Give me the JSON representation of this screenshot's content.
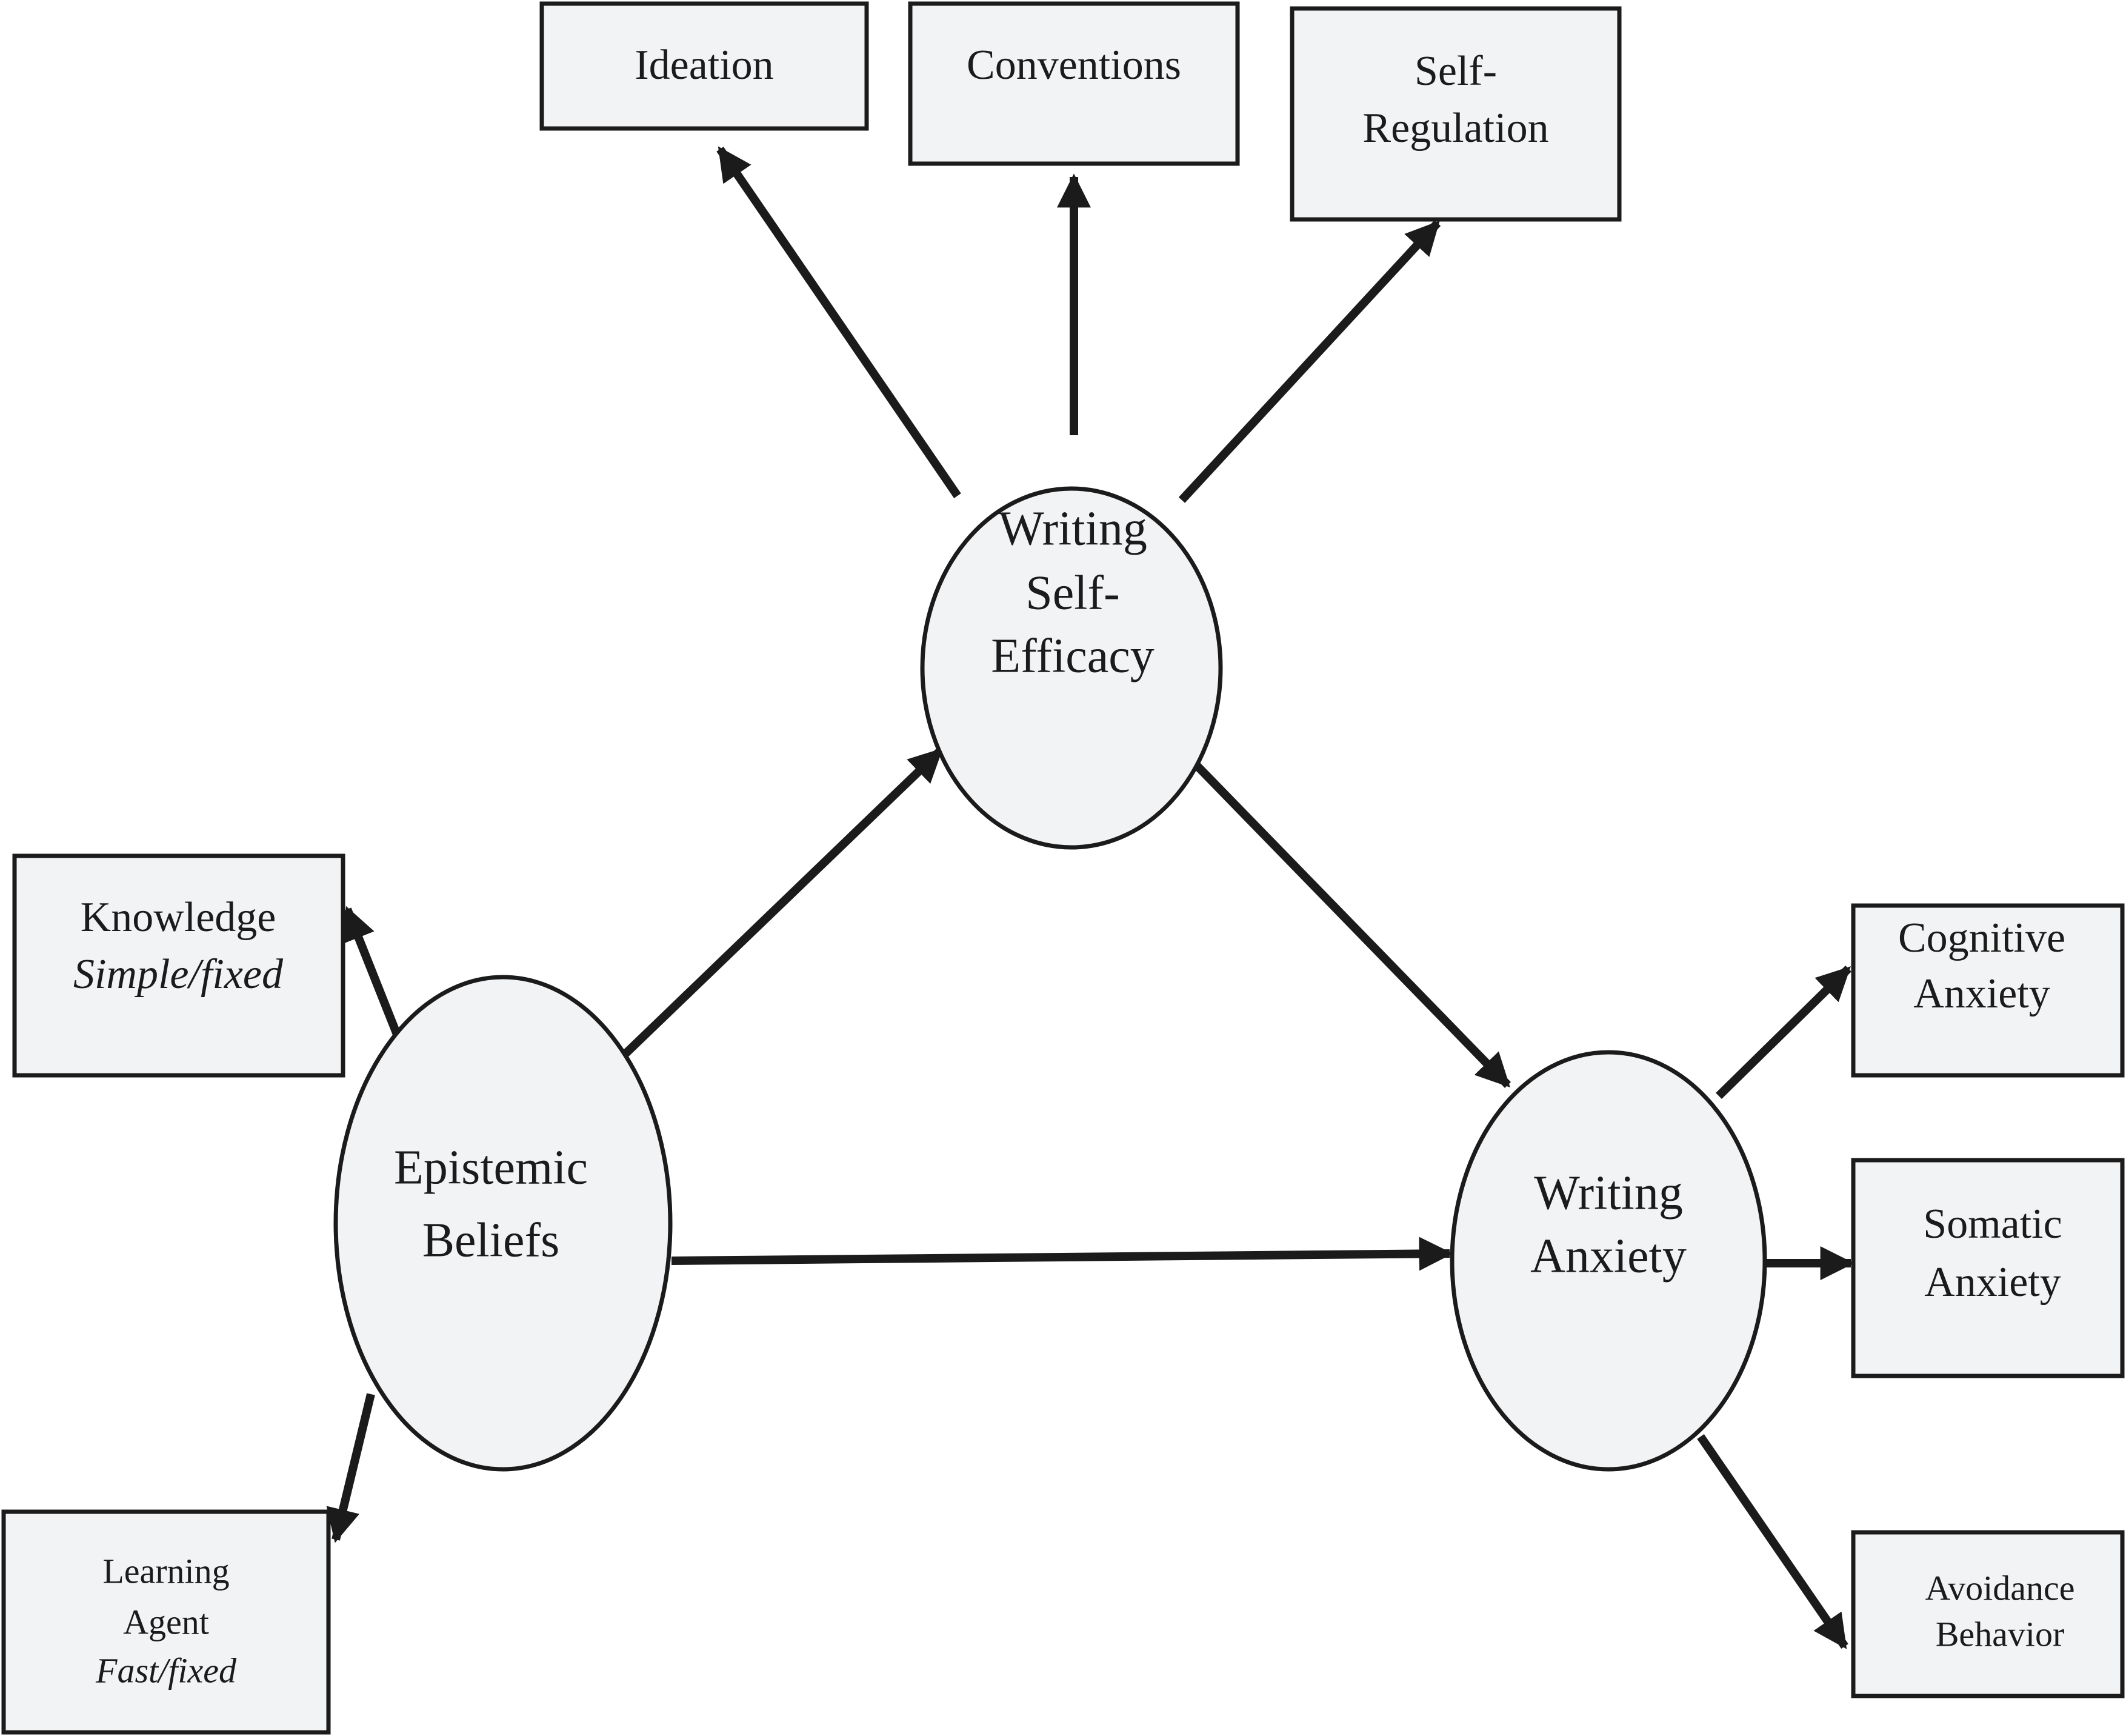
{
  "nodes": {
    "epistemic_beliefs": {
      "lines": [
        "Epistemic",
        "Beliefs"
      ]
    },
    "writing_self_efficacy": {
      "lines": [
        "Writing",
        "Self-",
        "Efficacy"
      ]
    },
    "writing_anxiety": {
      "lines": [
        "Writing",
        "Anxiety"
      ]
    },
    "ideation": {
      "lines": [
        "Ideation"
      ]
    },
    "conventions": {
      "lines": [
        "Conventions"
      ]
    },
    "self_regulation": {
      "lines": [
        "Self-",
        "Regulation"
      ]
    },
    "knowledge": {
      "lines": [
        "Knowledge"
      ],
      "sub": "Simple/fixed"
    },
    "learning_agent": {
      "lines": [
        "Learning",
        "Agent"
      ],
      "sub": "Fast/fixed"
    },
    "cognitive_anxiety": {
      "lines": [
        "Cognitive",
        "Anxiety"
      ]
    },
    "somatic_anxiety": {
      "lines": [
        "Somatic",
        "Anxiety"
      ]
    },
    "avoidance_behavior": {
      "lines": [
        "Avoidance",
        "Behavior"
      ]
    }
  },
  "edges": [
    {
      "from": "epistemic_beliefs",
      "to": "writing_self_efficacy"
    },
    {
      "from": "epistemic_beliefs",
      "to": "writing_anxiety"
    },
    {
      "from": "writing_self_efficacy",
      "to": "writing_anxiety"
    },
    {
      "from": "epistemic_beliefs",
      "to": "knowledge"
    },
    {
      "from": "epistemic_beliefs",
      "to": "learning_agent"
    },
    {
      "from": "writing_self_efficacy",
      "to": "ideation"
    },
    {
      "from": "writing_self_efficacy",
      "to": "conventions"
    },
    {
      "from": "writing_self_efficacy",
      "to": "self_regulation"
    },
    {
      "from": "writing_anxiety",
      "to": "cognitive_anxiety"
    },
    {
      "from": "writing_anxiety",
      "to": "somatic_anxiety"
    },
    {
      "from": "writing_anxiety",
      "to": "avoidance_behavior"
    }
  ],
  "colors": {
    "fill": "#f2f3f5",
    "stroke": "#1b1b1b",
    "background": "#ffffff"
  }
}
